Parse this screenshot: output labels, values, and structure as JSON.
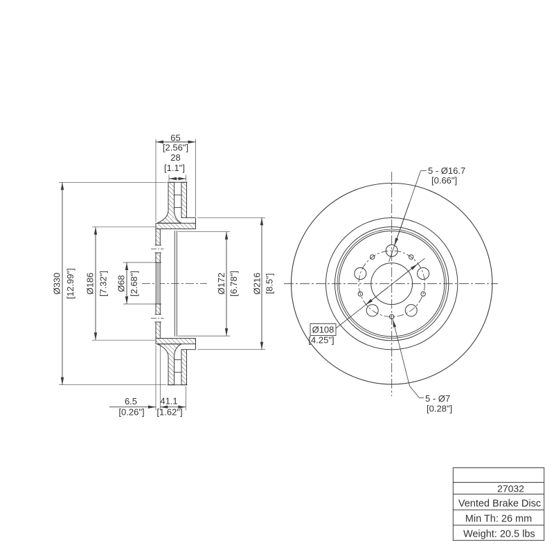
{
  "drawing": {
    "section": {
      "total_width_mm": "65",
      "total_width_in": "[2.56\"]",
      "plate_width_mm": "28",
      "plate_width_in": "[1.1\"]",
      "outer_dia_mm": "Ø330",
      "outer_dia_in": "[12.99\"]",
      "hat_dia_mm": "Ø186",
      "hat_dia_in": "[7.32\"]",
      "bore_dia_mm": "Ø68",
      "bore_dia_in": "[2.68\"]",
      "hat_inner_dia_mm": "Ø172",
      "hat_inner_dia_in": "[6.78\"]",
      "friction_inner_dia_mm": "Ø216",
      "friction_inner_dia_in": "[8.5\"]",
      "hat_wall_mm": "6.5",
      "hat_wall_in": "[0.26\"]",
      "hat_depth_mm": "41.1",
      "hat_depth_in": "[1.62\"]"
    },
    "front": {
      "lug_holes_mm": "5 - Ø16.7",
      "lug_holes_in": "[0.66\"]",
      "bolt_circle_mm": "Ø108",
      "bolt_circle_in": "[4.25\"]",
      "pin_holes_mm": "5 - Ø7",
      "pin_holes_in": "[0.28\"]"
    },
    "title_block": {
      "part_number": "27032",
      "description": "Vented Brake Disc",
      "min_thickness": "Min Th: 26 mm",
      "weight": "Weight: 20.5 lbs"
    },
    "colors": {
      "line": "#3a3a3a",
      "text": "#333333",
      "background": "#ffffff"
    }
  }
}
